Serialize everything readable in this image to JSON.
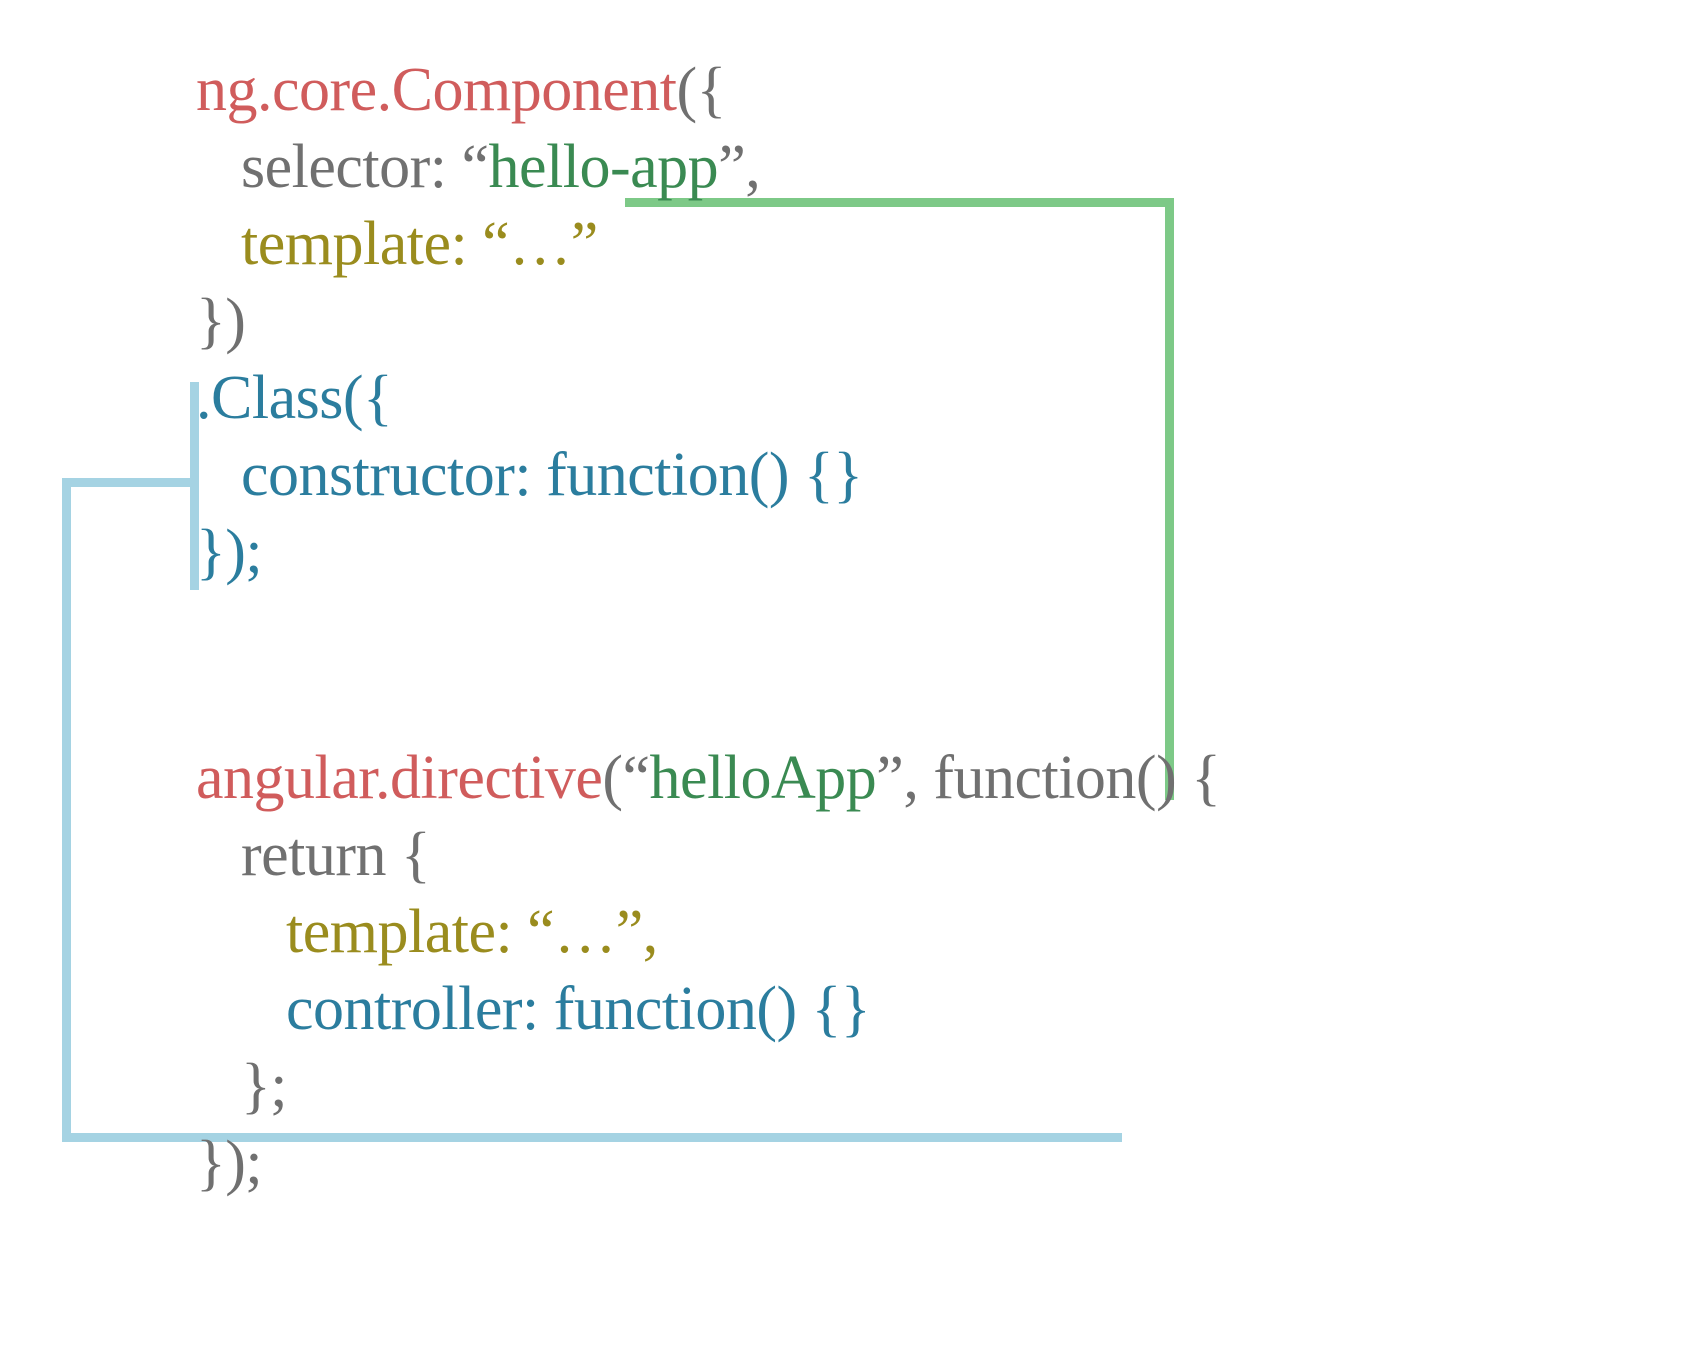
{
  "figure": {
    "kind": "code-comparison-diagram",
    "background_color": "#ffffff",
    "colors": {
      "red": "#d05c5c",
      "gray": "#707070",
      "green": "#3a8a52",
      "olive": "#9a8c1e",
      "teal": "#2b7d9e",
      "connector_green": "#7dc987",
      "connector_blue": "#a5d3e3"
    }
  },
  "component_block": {
    "lines": [
      {
        "id": "line-1",
        "tokens": [
          {
            "text": "ng.core.Component",
            "color": "red"
          },
          {
            "text": "({",
            "color": "gray"
          }
        ]
      },
      {
        "id": "line-2",
        "tokens": [
          {
            "text": "   selector: ",
            "color": "gray"
          },
          {
            "text": "“",
            "color": "gray"
          },
          {
            "text": "hello-app",
            "color": "green"
          },
          {
            "text": "”,",
            "color": "gray"
          }
        ]
      },
      {
        "id": "line-3",
        "tokens": [
          {
            "text": "   ",
            "color": "gray"
          },
          {
            "text": "template: “…”",
            "color": "olive"
          }
        ]
      },
      {
        "id": "line-4",
        "tokens": [
          {
            "text": "})",
            "color": "gray"
          }
        ]
      },
      {
        "id": "line-5",
        "tokens": [
          {
            "text": ".Class({",
            "color": "teal"
          }
        ]
      },
      {
        "id": "line-6",
        "tokens": [
          {
            "text": "   constructor: function() {}",
            "color": "teal"
          }
        ]
      },
      {
        "id": "line-7",
        "tokens": [
          {
            "text": "});",
            "color": "teal"
          }
        ]
      }
    ]
  },
  "directive_block": {
    "lines": [
      {
        "id": "line-1",
        "tokens": [
          {
            "text": "angular.directive",
            "color": "red"
          },
          {
            "text": "(“",
            "color": "gray"
          },
          {
            "text": "helloApp",
            "color": "green"
          },
          {
            "text": "”, function() {",
            "color": "gray"
          }
        ]
      },
      {
        "id": "line-2",
        "tokens": [
          {
            "text": "   return {",
            "color": "gray"
          }
        ]
      },
      {
        "id": "line-3",
        "tokens": [
          {
            "text": "      ",
            "color": "gray"
          },
          {
            "text": "template: “…”,",
            "color": "olive"
          }
        ]
      },
      {
        "id": "line-4",
        "tokens": [
          {
            "text": "      ",
            "color": "gray"
          },
          {
            "text": "controller: function() {}",
            "color": "teal"
          }
        ]
      },
      {
        "id": "line-5",
        "tokens": [
          {
            "text": "   };",
            "color": "gray"
          }
        ]
      },
      {
        "id": "line-6",
        "tokens": [
          {
            "text": "});",
            "color": "gray"
          }
        ]
      }
    ]
  },
  "connectors": [
    {
      "id": "selector-to-directive-name",
      "color": "#7dc987",
      "from": "hello-app",
      "to": "helloApp"
    },
    {
      "id": "class-to-controller",
      "color": "#a5d3e3",
      "from": ".Class({ constructor: function() {} });",
      "to": "controller: function() {}"
    }
  ]
}
